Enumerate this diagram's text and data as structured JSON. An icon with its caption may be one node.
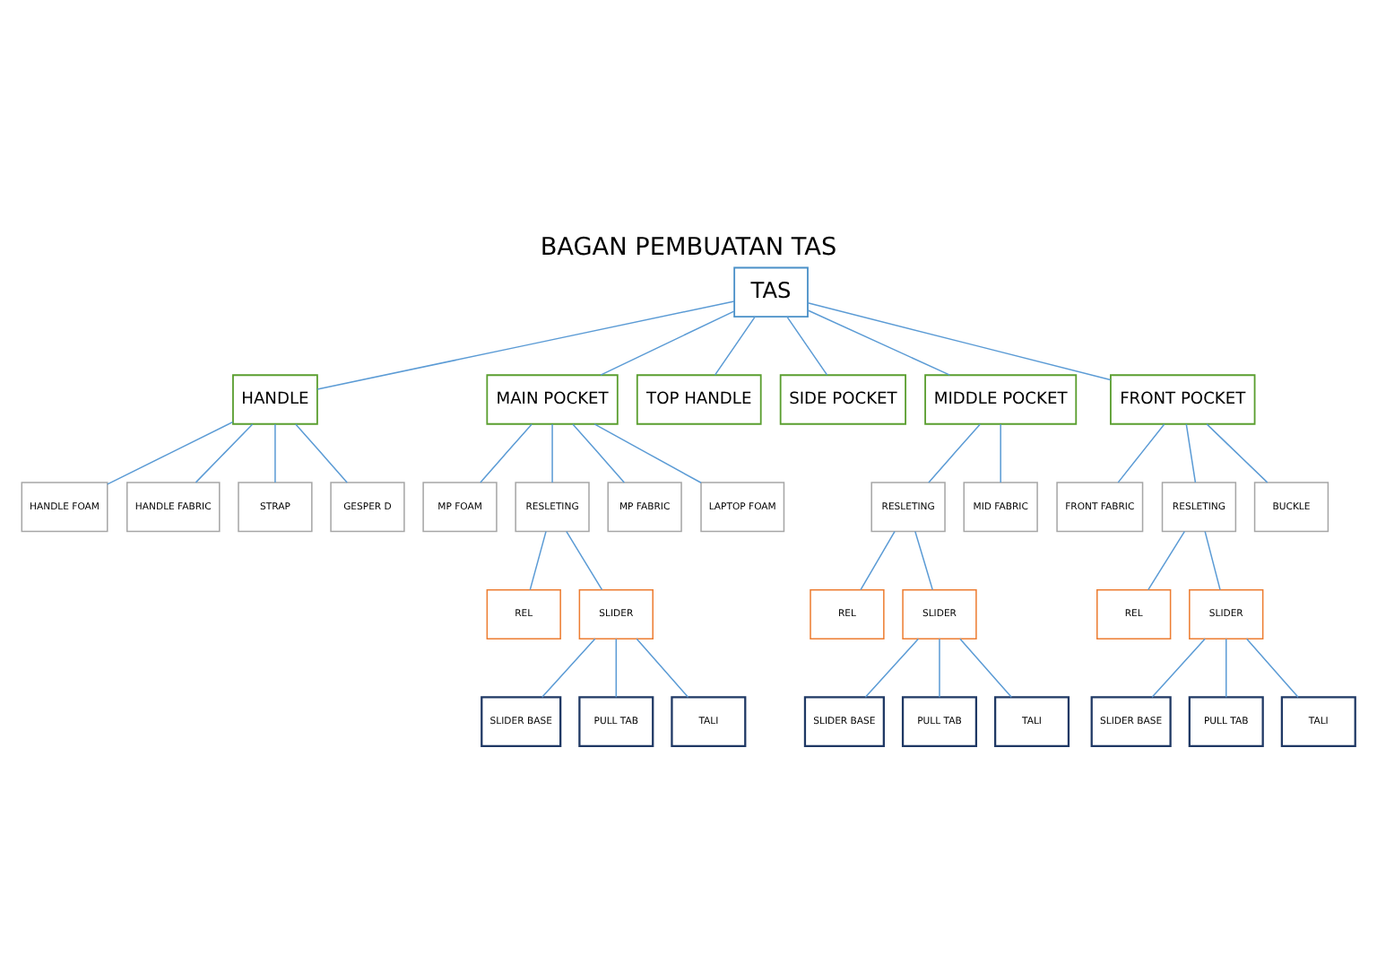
{
  "diagram": {
    "title": "BAGAN PEMBUATAN TAS",
    "nodes": [
      {
        "text": [
          "TAS"
        ]
      },
      {
        "text": [
          "HANDLE"
        ]
      },
      {
        "text": [
          "MAIN POCKET"
        ]
      },
      {
        "text": [
          "TOP HANDLE"
        ]
      },
      {
        "text": [
          "SIDE POCKET"
        ]
      },
      {
        "text": [
          "MIDDLE POCKET"
        ]
      },
      {
        "text": [
          "FRONT POCKET"
        ]
      },
      {
        "text": [
          "HANDLE FOAM"
        ]
      },
      {
        "text": [
          "HANDLE FABRIC"
        ]
      },
      {
        "text": [
          "STRAP"
        ]
      },
      {
        "text": [
          "GESPER D"
        ]
      },
      {
        "text": [
          "MP FOAM"
        ]
      },
      {
        "text": [
          "RESLETING"
        ]
      },
      {
        "text": [
          "MP FABRIC"
        ]
      },
      {
        "text": [
          "LAPTOP FOAM"
        ]
      },
      {
        "text": [
          "REL"
        ]
      },
      {
        "text": [
          "SLIDER"
        ]
      },
      {
        "text": [
          "SLIDER BASE"
        ]
      },
      {
        "text": [
          "PULL TAB"
        ]
      },
      {
        "text": [
          "TALI"
        ]
      },
      {
        "text": [
          "RESLETING"
        ]
      },
      {
        "text": [
          "MID FABRIC"
        ]
      },
      {
        "text": [
          "REL"
        ]
      },
      {
        "text": [
          "SLIDER"
        ]
      },
      {
        "text": [
          "SLIDER BASE"
        ]
      },
      {
        "text": [
          "PULL TAB"
        ]
      },
      {
        "text": [
          "TALI"
        ]
      },
      {
        "text": [
          "FRONT FABRIC"
        ]
      },
      {
        "text": [
          "RESLETING"
        ]
      },
      {
        "text": [
          "BUCKLE"
        ]
      },
      {
        "text": [
          "REL"
        ]
      },
      {
        "text": [
          "SLIDER"
        ]
      },
      {
        "text": [
          "SLIDER BASE"
        ]
      },
      {
        "text": [
          "PULL TAB"
        ]
      },
      {
        "text": [
          "TALI"
        ]
      }
    ],
    "edges": [
      {
        "from": 0,
        "to": 1,
        "arrow": "none"
      },
      {
        "from": 0,
        "to": 2,
        "arrow": "none"
      },
      {
        "from": 0,
        "to": 3,
        "arrow": "none"
      },
      {
        "from": 0,
        "to": 4,
        "arrow": "none"
      },
      {
        "from": 0,
        "to": 5,
        "arrow": "none"
      },
      {
        "from": 0,
        "to": 6,
        "arrow": "none"
      },
      {
        "from": 1,
        "to": 7,
        "arrow": "none"
      },
      {
        "from": 1,
        "to": 8,
        "arrow": "none"
      },
      {
        "from": 1,
        "to": 9,
        "arrow": "none"
      },
      {
        "from": 1,
        "to": 10,
        "arrow": "none"
      },
      {
        "from": 2,
        "to": 11,
        "arrow": "none"
      },
      {
        "from": 2,
        "to": 12,
        "arrow": "none"
      },
      {
        "from": 2,
        "to": 13,
        "arrow": "none"
      },
      {
        "from": 2,
        "to": 14,
        "arrow": "none"
      },
      {
        "from": 12,
        "to": 15,
        "arrow": "none"
      },
      {
        "from": 12,
        "to": 16,
        "arrow": "none"
      },
      {
        "from": 16,
        "to": 17,
        "arrow": "none"
      },
      {
        "from": 16,
        "to": 18,
        "arrow": "none"
      },
      {
        "from": 16,
        "to": 19,
        "arrow": "none"
      },
      {
        "from": 5,
        "to": 20,
        "arrow": "none"
      },
      {
        "from": 5,
        "to": 21,
        "arrow": "none"
      },
      {
        "from": 20,
        "to": 22,
        "arrow": "none"
      },
      {
        "from": 20,
        "to": 23,
        "arrow": "none"
      },
      {
        "from": 23,
        "to": 24,
        "arrow": "none"
      },
      {
        "from": 23,
        "to": 25,
        "arrow": "none"
      },
      {
        "from": 23,
        "to": 26,
        "arrow": "none"
      },
      {
        "from": 6,
        "to": 27,
        "arrow": "none"
      },
      {
        "from": 6,
        "to": 28,
        "arrow": "none"
      },
      {
        "from": 6,
        "to": 29,
        "arrow": "none"
      },
      {
        "from": 28,
        "to": 30,
        "arrow": "none"
      },
      {
        "from": 28,
        "to": 31,
        "arrow": "none"
      },
      {
        "from": 31,
        "to": 32,
        "arrow": "none"
      },
      {
        "from": 31,
        "to": 33,
        "arrow": "none"
      },
      {
        "from": 31,
        "to": 34,
        "arrow": "none"
      }
    ]
  }
}
